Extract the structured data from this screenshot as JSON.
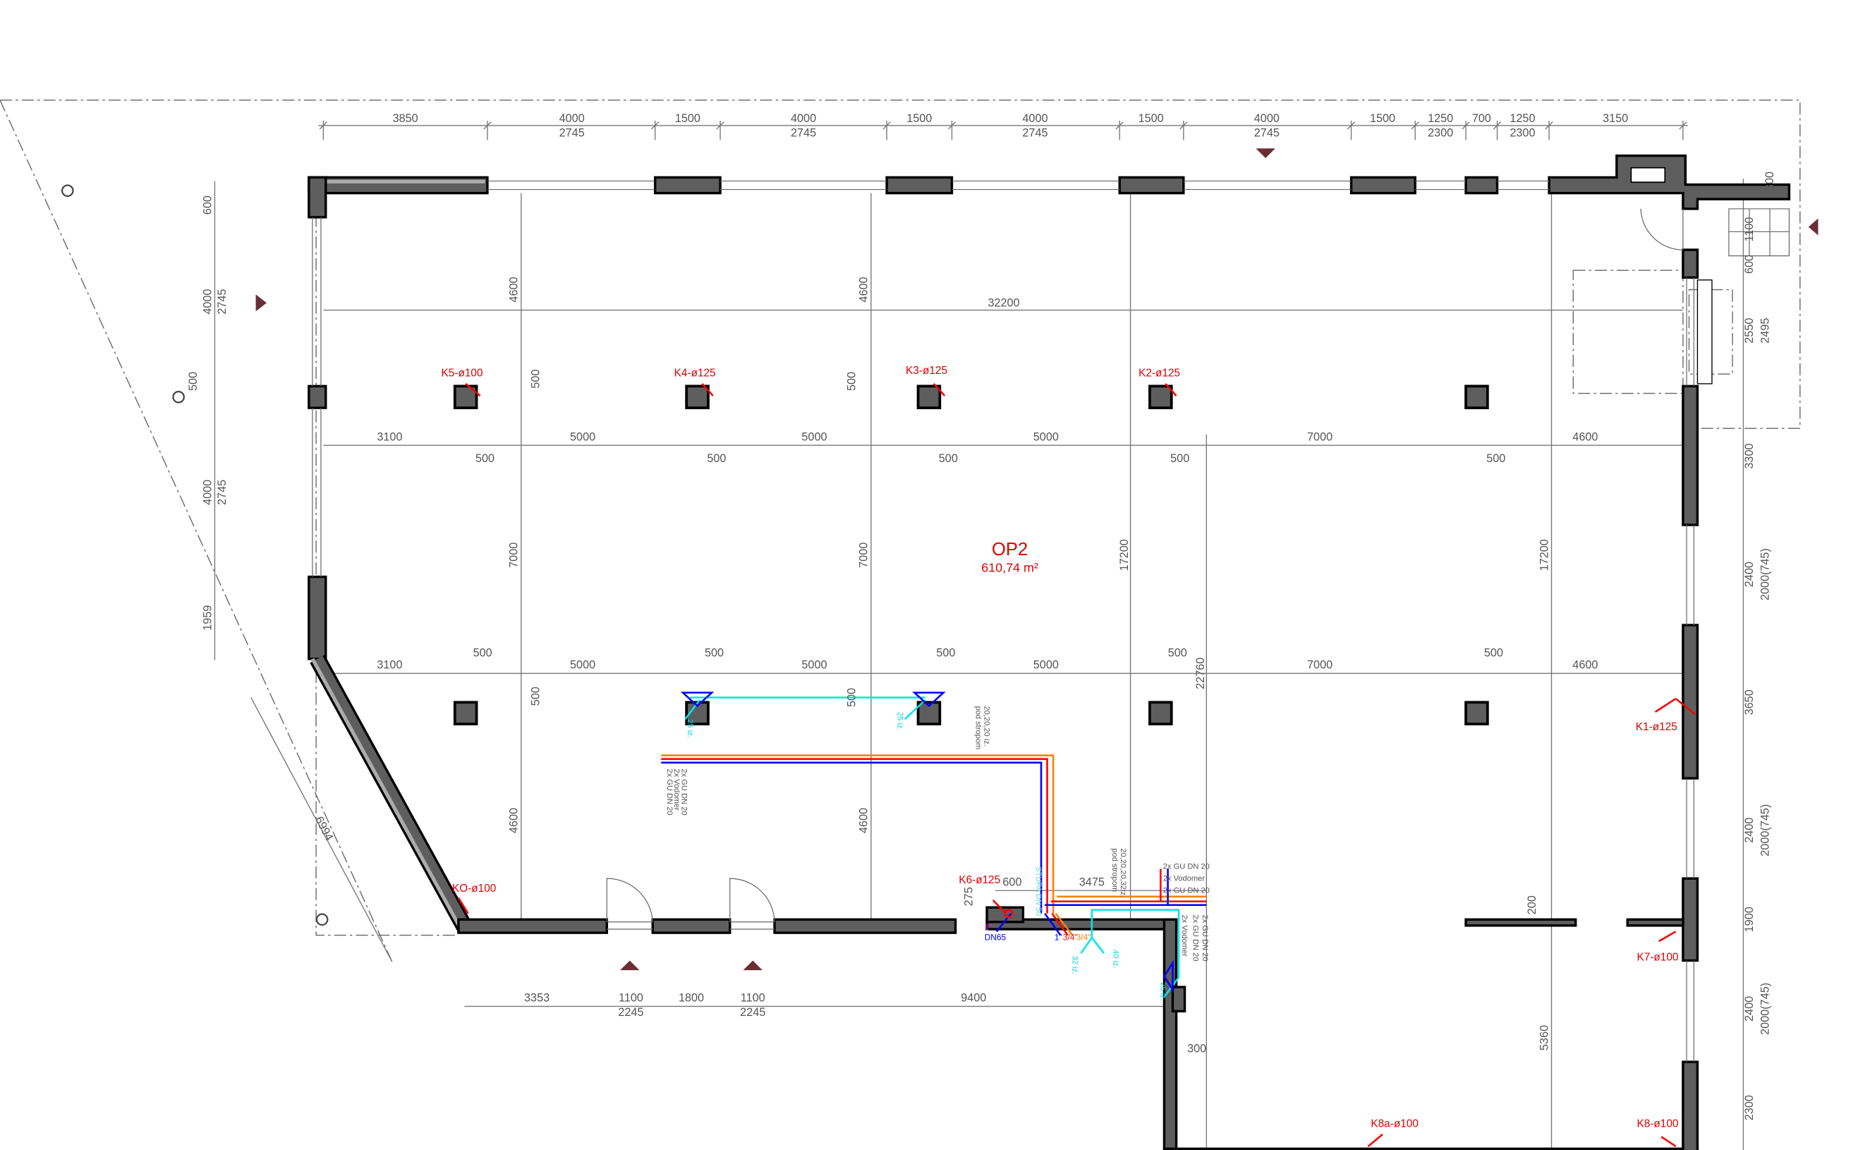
{
  "room": {
    "name": "OP2",
    "area": "610,74 m²"
  },
  "dims_top": [
    "3850",
    "4000",
    "2745",
    "1500",
    "4000",
    "2745",
    "1500",
    "4000",
    "2745",
    "1500",
    "4000",
    "2745",
    "1500",
    "1250",
    "2300",
    "700",
    "1250",
    "2300",
    "3150"
  ],
  "dims_left": [
    "600",
    "4000",
    "2745",
    "500",
    "4000",
    "2745",
    "1959"
  ],
  "dims_right": [
    "300",
    "1100",
    "600",
    "2550",
    "2495",
    "3300",
    "2400",
    "2000(745)",
    "3650",
    "2400",
    "2000(745)",
    "1900",
    "2400",
    "2000(745)",
    "2300"
  ],
  "dims_bottom": [
    "3353",
    "1100",
    "2245",
    "1800",
    "1100",
    "2245",
    "9400",
    "300",
    "6994",
    "600",
    "3475",
    "275"
  ],
  "dims_interior": {
    "overall_width": "32200",
    "row1": [
      "3100",
      "5000",
      "5000",
      "5000",
      "7000",
      "4600"
    ],
    "row1_offsets": [
      "500",
      "500",
      "500",
      "500",
      "500"
    ],
    "row2": [
      "3100",
      "5000",
      "5000",
      "5000",
      "7000",
      "4600"
    ],
    "row2_offsets": [
      "500",
      "500",
      "500",
      "500",
      "500"
    ],
    "vertical": [
      "4600",
      "4600",
      "500",
      "500",
      "7000",
      "7000",
      "17200",
      "17200",
      "500",
      "500",
      "4600",
      "4600",
      "22760",
      "200",
      "5360"
    ]
  },
  "drains": [
    "K5-ø100",
    "K4-ø125",
    "K3-ø125",
    "K2-ø125",
    "K1-ø125",
    "K7-ø100",
    "K8-ø100",
    "K8a-ø100",
    "KO-ø100",
    "K6-ø125"
  ],
  "plumbing": {
    "valve_group_right": [
      "2x GU DN 20",
      "2x Vodomer",
      "2x GU DN 20"
    ],
    "valve_group_right_vertical": [
      "2x GU DN 20",
      "2x Vodomer",
      "2x GU DN 20"
    ],
    "valve_group_left": [
      "2x GU DN 20",
      "2x Vodomer",
      "2x GU DN 20"
    ],
    "pipe_note_1": [
      "20,20,20 iz.",
      "pod stropom"
    ],
    "pipe_note_2": [
      "20,20,20,32iz.",
      "pod stropom"
    ],
    "riser": "STUPA DN 50",
    "sizes": [
      "DN65",
      "1\"",
      "1\"",
      "3/4\"",
      "3/4\""
    ],
    "branches": [
      "32 iz.",
      "40 iz.",
      "25 iz.",
      "25 iz.",
      "25 iz."
    ]
  },
  "colors": {
    "wall": "#5e5e5e",
    "label": "#e00000",
    "hot": "#ff0000",
    "cold": "#0000ff",
    "return": "#ff8000",
    "cyan": "#00e5f0",
    "marker": "#6b2e36"
  }
}
